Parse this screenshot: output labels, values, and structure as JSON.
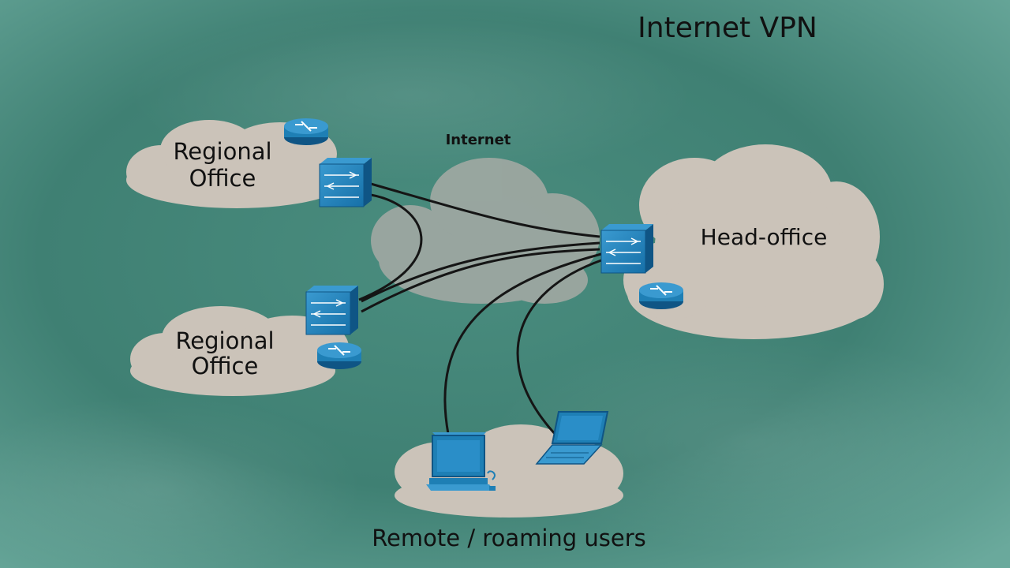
{
  "title": "Internet VPN",
  "nodes": {
    "internet": {
      "label": "Internet"
    },
    "regional_top": {
      "label_lines": [
        "Regional",
        "Office"
      ]
    },
    "regional_bottom": {
      "label_lines": [
        "Regional",
        "Office"
      ]
    },
    "head_office": {
      "label": "Head-office"
    },
    "remote": {
      "label": "Remote / roaming users"
    }
  },
  "colors": {
    "cloud": "#cbc3b9",
    "internet_cloud": "#9fa8a2",
    "device": "#1e7fb5",
    "device_dark": "#0f5585",
    "link": "#151515"
  },
  "icons": [
    "router-icon",
    "firewall-icon",
    "desktop-computer-icon",
    "laptop-icon"
  ]
}
